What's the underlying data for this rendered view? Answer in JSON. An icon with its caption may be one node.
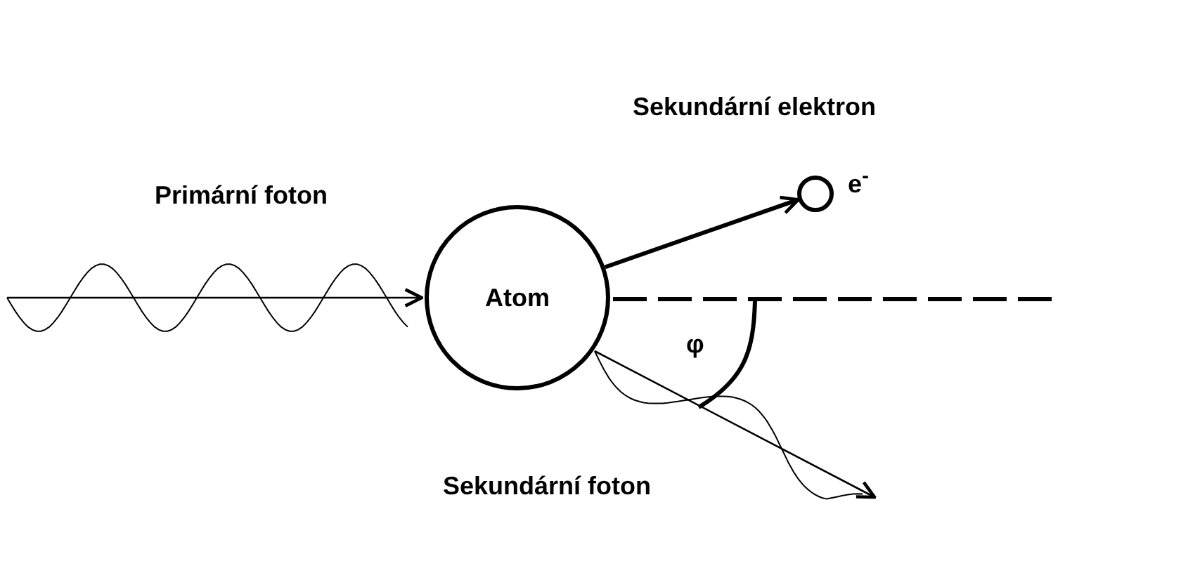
{
  "diagram": {
    "nodes": [
      {
        "text": [
          "Atom"
        ]
      },
      {
        "text": [],
        "shape": "circle",
        "beside": [
          "e$^{-}$"
        ]
      }
    ],
    "edges": [
      {
        "from": null,
        "to": 0,
        "arrow": "to",
        "label": "Primární foton"
      },
      {
        "from": 0,
        "to": 1,
        "arrow": "to",
        "label": "Sekundární elektron",
        "style": "thick"
      },
      {
        "from": 0,
        "to": null,
        "arrow": "to",
        "label": "Sekundární foton"
      }
    ],
    "labels": [
      "φ"
    ]
  }
}
